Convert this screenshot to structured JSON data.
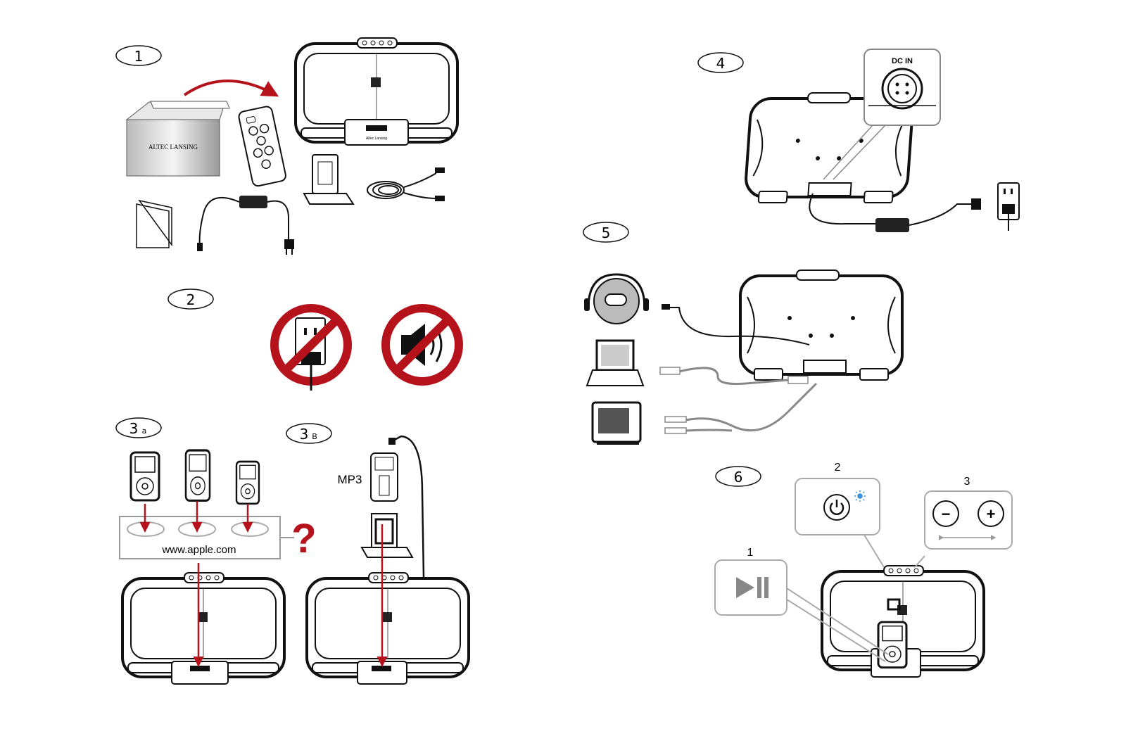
{
  "steps": {
    "s1": "1",
    "s2": "2",
    "s3a": "3",
    "s3a_sub": "a",
    "s3b": "3",
    "s3b_sub": "B",
    "s4": "4",
    "s5": "5",
    "s6": "6"
  },
  "box_brand": "ALTEC LANSING",
  "dock_brand": "Altec Lansing",
  "dc_in": "DC IN",
  "apple_url": "www.apple.com",
  "question_mark": "?",
  "mp3_label": "MP3",
  "controls": {
    "label_1": "1",
    "label_2": "2",
    "label_3": "3",
    "minus": "−",
    "plus": "+"
  },
  "colors": {
    "red": "#b5121b",
    "gray": "#888888",
    "blue": "#3a8fd8"
  },
  "icons": [
    "remote-icon",
    "speaker-dock-icon",
    "ac-adapter-icon",
    "aux-cable-icon",
    "manual-icon",
    "no-outlet-icon",
    "no-sound-icon",
    "ipod-icon",
    "cd-player-icon",
    "laptop-icon",
    "tv-icon",
    "wall-outlet-icon",
    "play-pause-icon",
    "power-icon",
    "minus-icon",
    "plus-icon"
  ]
}
